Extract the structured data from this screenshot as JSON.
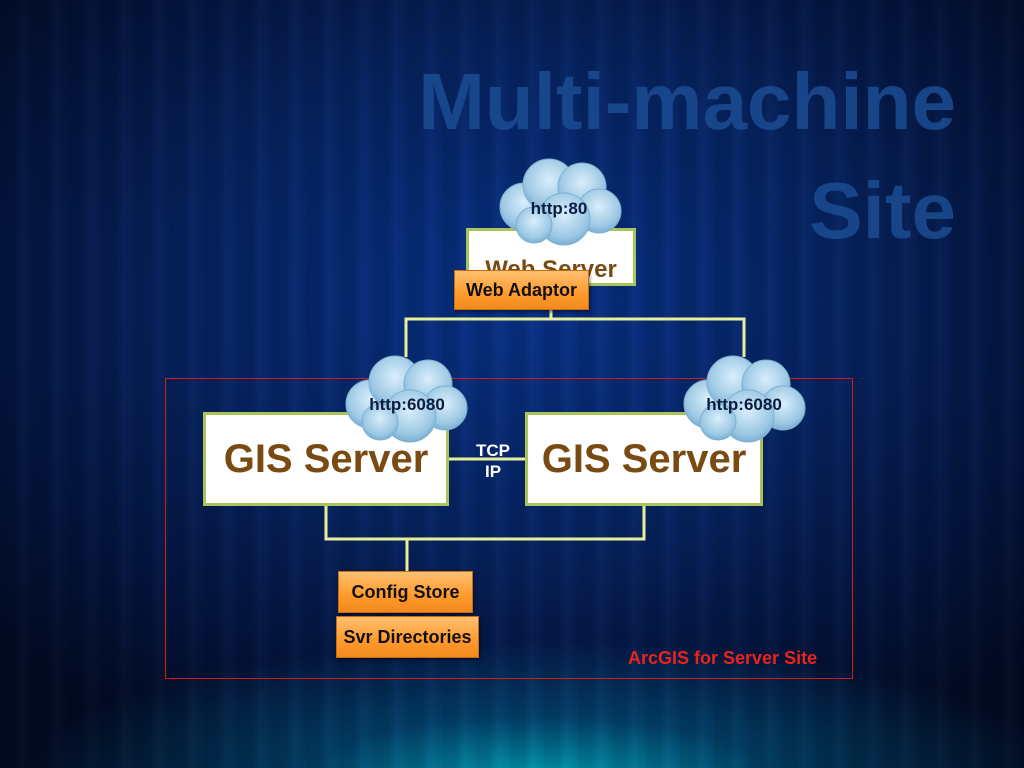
{
  "title": {
    "line1": "Multi-machine",
    "line2": "Site"
  },
  "nodes": {
    "web_server": "Web Server",
    "web_adaptor": "Web Adaptor",
    "gis_server_left": "GIS Server",
    "gis_server_right": "GIS Server",
    "config_store": "Config Store",
    "svr_directories": "Svr Directories"
  },
  "clouds": {
    "web": "http:80",
    "gis_left": "http:6080",
    "gis_right": "http:6080"
  },
  "connection": {
    "line1": "TCP",
    "line2": "IP"
  },
  "site_label": "ArcGIS for Server Site",
  "colors": {
    "box_border": "#a8c45a",
    "box_text": "#7a4a13",
    "connector": "#e8ef9a",
    "adaptor_orange": "#ff9a2c",
    "site_frame": "#d21a1a"
  }
}
